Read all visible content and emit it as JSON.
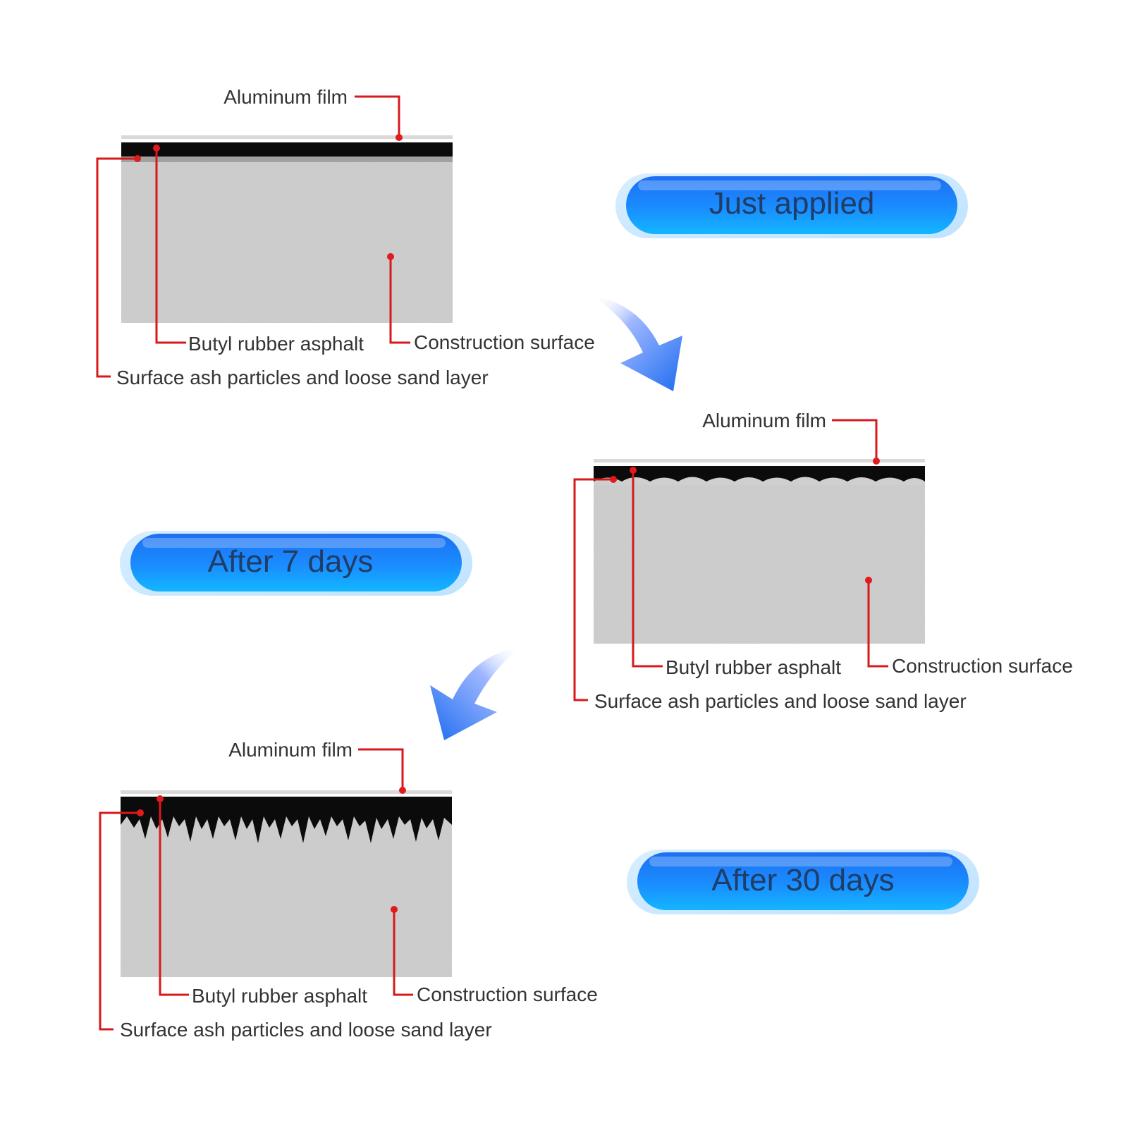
{
  "colors": {
    "leader": "#d7191c",
    "badge_fill": "#1e90ff",
    "badge_light": "#9fd3ff",
    "asphalt": "#0b0b0b",
    "sand": "#cfcfcf",
    "label_text": "#333333"
  },
  "panels": [
    {
      "id": "just-applied",
      "badge": "Just applied",
      "labels": {
        "aluminum_film": "Aluminum film",
        "butyl_rubber_asphalt": "Butyl rubber asphalt",
        "construction_surface": "Construction surface",
        "surface_ash": "Surface ash particles and loose sand layer"
      }
    },
    {
      "id": "after-7-days",
      "badge": "After 7 days",
      "labels": {
        "aluminum_film": "Aluminum film",
        "butyl_rubber_asphalt": "Butyl rubber asphalt",
        "construction_surface": "Construction surface",
        "surface_ash": "Surface ash particles and loose sand layer"
      }
    },
    {
      "id": "after-30-days",
      "badge": "After 30 days",
      "labels": {
        "aluminum_film": "Aluminum film",
        "butyl_rubber_asphalt": "Butyl rubber asphalt",
        "construction_surface": "Construction surface",
        "surface_ash": "Surface ash particles and loose sand layer"
      }
    }
  ]
}
